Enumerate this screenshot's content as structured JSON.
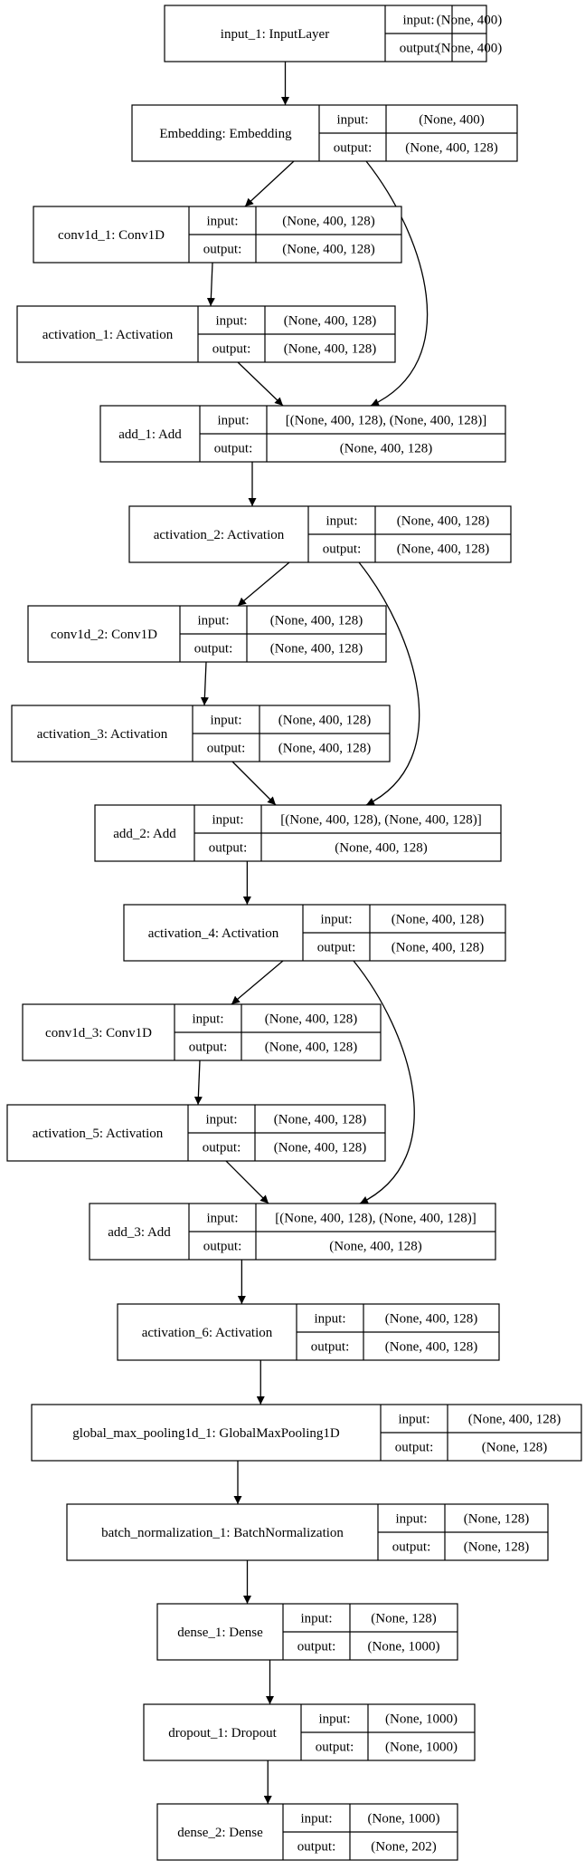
{
  "layers": [
    {
      "id": "input_1",
      "label": "input_1: InputLayer",
      "input": "(None, 400)",
      "output": "(None, 400)"
    },
    {
      "id": "embedding",
      "label": "Embedding: Embedding",
      "input": "(None, 400)",
      "output": "(None, 400, 128)"
    },
    {
      "id": "conv1d_1",
      "label": "conv1d_1: Conv1D",
      "input": "(None, 400, 128)",
      "output": "(None, 400, 128)"
    },
    {
      "id": "activation_1",
      "label": "activation_1: Activation",
      "input": "(None, 400, 128)",
      "output": "(None, 400, 128)"
    },
    {
      "id": "add_1",
      "label": "add_1: Add",
      "input": "[(None, 400, 128), (None, 400, 128)]",
      "output": "(None, 400, 128)"
    },
    {
      "id": "activation_2",
      "label": "activation_2: Activation",
      "input": "(None, 400, 128)",
      "output": "(None, 400, 128)"
    },
    {
      "id": "conv1d_2",
      "label": "conv1d_2: Conv1D",
      "input": "(None, 400, 128)",
      "output": "(None, 400, 128)"
    },
    {
      "id": "activation_3",
      "label": "activation_3: Activation",
      "input": "(None, 400, 128)",
      "output": "(None, 400, 128)"
    },
    {
      "id": "add_2",
      "label": "add_2: Add",
      "input": "[(None, 400, 128), (None, 400, 128)]",
      "output": "(None, 400, 128)"
    },
    {
      "id": "activation_4",
      "label": "activation_4: Activation",
      "input": "(None, 400, 128)",
      "output": "(None, 400, 128)"
    },
    {
      "id": "conv1d_3",
      "label": "conv1d_3: Conv1D",
      "input": "(None, 400, 128)",
      "output": "(None, 400, 128)"
    },
    {
      "id": "activation_5",
      "label": "activation_5: Activation",
      "input": "(None, 400, 128)",
      "output": "(None, 400, 128)"
    },
    {
      "id": "add_3",
      "label": "add_3: Add",
      "input": "[(None, 400, 128), (None, 400, 128)]",
      "output": "(None, 400, 128)"
    },
    {
      "id": "activation_6",
      "label": "activation_6: Activation",
      "input": "(None, 400, 128)",
      "output": "(None, 400, 128)"
    },
    {
      "id": "global_max_pooling1d_1",
      "label": "global_max_pooling1d_1: GlobalMaxPooling1D",
      "input": "(None, 400, 128)",
      "output": "(None, 128)"
    },
    {
      "id": "batch_normalization_1",
      "label": "batch_normalization_1: BatchNormalization",
      "input": "(None, 128)",
      "output": "(None, 128)"
    },
    {
      "id": "dense_1",
      "label": "dense_1: Dense",
      "input": "(None, 128)",
      "output": "(None, 1000)"
    },
    {
      "id": "dropout_1",
      "label": "dropout_1: Dropout",
      "input": "(None, 1000)",
      "output": "(None, 1000)"
    },
    {
      "id": "dense_2",
      "label": "dense_2: Dense",
      "input": "(None, 1000)",
      "output": "(None, 202)"
    }
  ],
  "port_labels": {
    "input": "input:",
    "output": "output:"
  },
  "edges": [
    [
      "input_1",
      "embedding"
    ],
    [
      "embedding",
      "conv1d_1"
    ],
    [
      "conv1d_1",
      "activation_1"
    ],
    [
      "activation_1",
      "add_1"
    ],
    [
      "embedding",
      "add_1"
    ],
    [
      "add_1",
      "activation_2"
    ],
    [
      "activation_2",
      "conv1d_2"
    ],
    [
      "conv1d_2",
      "activation_3"
    ],
    [
      "activation_3",
      "add_2"
    ],
    [
      "activation_2",
      "add_2"
    ],
    [
      "add_2",
      "activation_4"
    ],
    [
      "activation_4",
      "conv1d_3"
    ],
    [
      "conv1d_3",
      "activation_5"
    ],
    [
      "activation_5",
      "add_3"
    ],
    [
      "activation_4",
      "add_3"
    ],
    [
      "add_3",
      "activation_6"
    ],
    [
      "activation_6",
      "global_max_pooling1d_1"
    ],
    [
      "global_max_pooling1d_1",
      "batch_normalization_1"
    ],
    [
      "batch_normalization_1",
      "dense_1"
    ],
    [
      "dense_1",
      "dropout_1"
    ],
    [
      "dropout_1",
      "dense_2"
    ]
  ]
}
